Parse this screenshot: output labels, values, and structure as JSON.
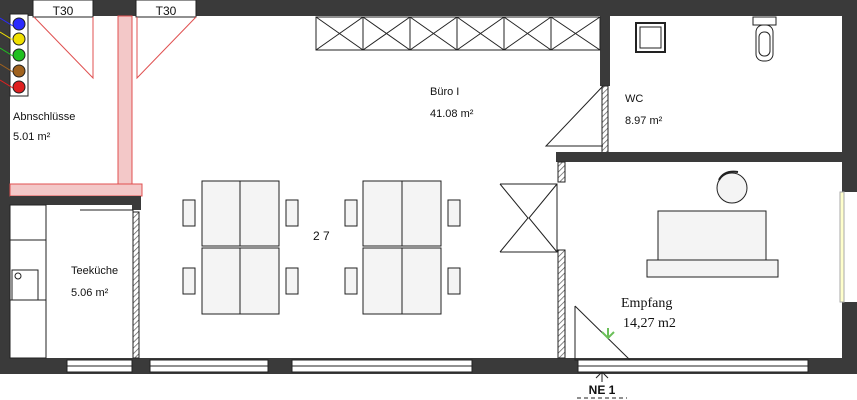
{
  "rooms": {
    "connections": {
      "name": "Abnschlüsse",
      "area": "5.01 m²"
    },
    "kitchen": {
      "name": "Teeküche",
      "area": "5.06 m²"
    },
    "office": {
      "name": "Büro I",
      "area": "41.08 m²"
    },
    "wc": {
      "name": "WC",
      "area": "8.97 m²"
    },
    "reception": {
      "name": "Empfang",
      "area": "14,27 m2"
    }
  },
  "markers": {
    "door_t30_left": "T30",
    "door_t30_right": "T30",
    "seat_count": "2 7",
    "emergency_exit": "NE 1"
  },
  "colors": {
    "wall": "#3a3a3a",
    "fire_wall": "#f3c8c8",
    "fire_line": "#e05050",
    "emergency_green": "#6bbf59",
    "sockets": [
      "#2a2aff",
      "#f0e000",
      "#20c020",
      "#a0621e",
      "#e02020"
    ]
  }
}
